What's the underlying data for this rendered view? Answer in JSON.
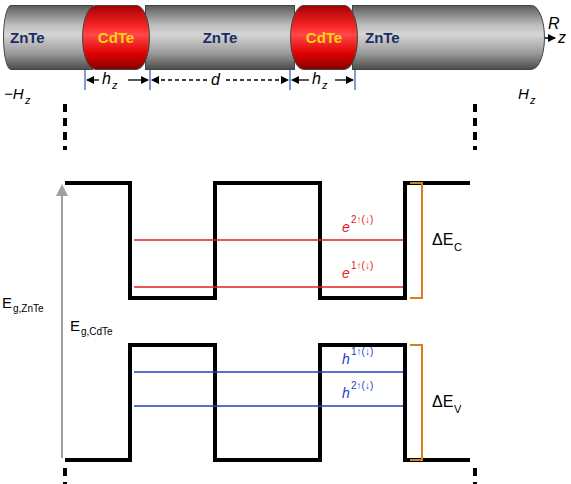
{
  "diagram": {
    "nodes": [
      {
        "text": [
          "ZnTe"
        ]
      },
      {
        "text": [
          "CdTe"
        ]
      },
      {
        "text": [
          "ZnTe"
        ]
      },
      {
        "text": [
          "CdTe"
        ]
      },
      {
        "text": [
          "ZnTe"
        ]
      }
    ],
    "labels": [
      "R",
      "z",
      "h",
      "z",
      "d",
      "h",
      "z",
      "−H",
      "z",
      "H",
      "z",
      "E",
      "g,ZnTe",
      "E",
      "g,CdTe",
      "e",
      "2↑(↓)",
      "e",
      "1↑(↓)",
      "ΔE",
      "C",
      "h",
      "1↑(↓)",
      "h",
      "2↑(↓)",
      "ΔE",
      "V"
    ]
  }
}
